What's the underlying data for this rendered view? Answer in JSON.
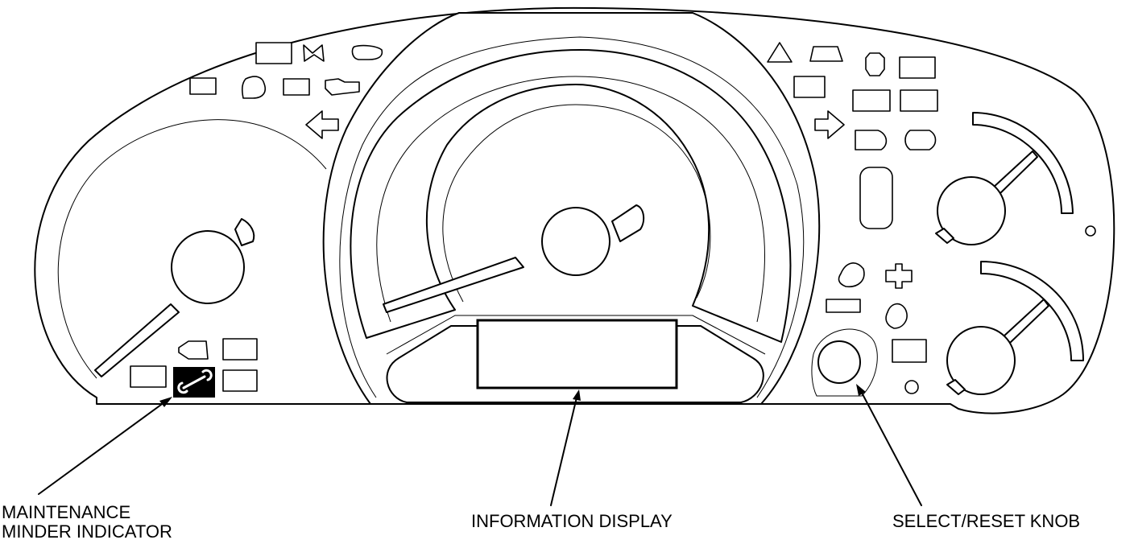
{
  "colors": {
    "ink": "#000000",
    "paper": "#ffffff"
  },
  "callouts": {
    "maintenance_minder_line1": "MAINTENANCE",
    "maintenance_minder_line2": "MINDER INDICATOR",
    "information_display": "INFORMATION DISPLAY",
    "select_reset_knob": "SELECT/RESET KNOB"
  },
  "icons": {
    "maintenance_minder": "wrench-icon",
    "left_turn": "left-arrow-icon",
    "right_turn": "right-arrow-icon",
    "warning": "warning-triangle-icon"
  }
}
